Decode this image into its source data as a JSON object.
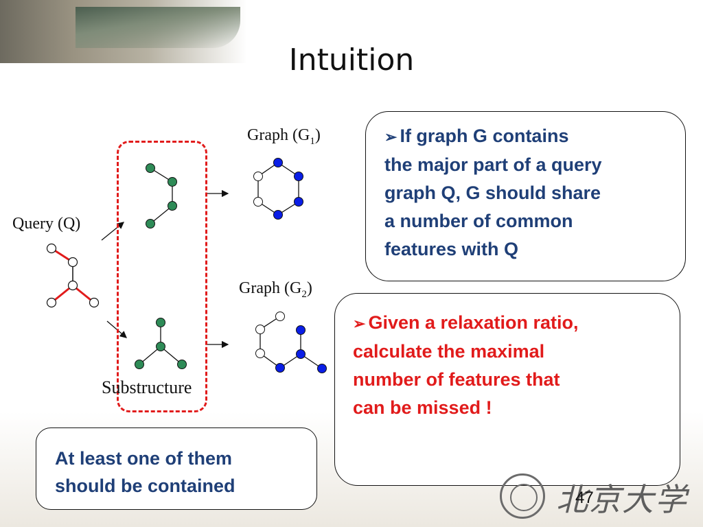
{
  "slide": {
    "title": "Intuition",
    "page_number": "47"
  },
  "labels": {
    "query": "Query (Q)",
    "graph1_prefix": "Graph (G",
    "graph1_sub": "1",
    "graph_suffix": ")",
    "graph2_prefix": "Graph (G",
    "graph2_sub": "2",
    "substructure": "Substructure"
  },
  "callouts": {
    "top": "If graph G contains the major part of a query graph Q, G should share a number of common features with Q",
    "top_lines": [
      "If graph G contains",
      "the major part of a query",
      "graph Q, G should share",
      "a number of common",
      "features with Q"
    ],
    "middle_lines": [
      "Given a relaxation ratio,",
      "calculate the maximal",
      "number of features that",
      "can be missed !"
    ],
    "bottom_lines": [
      "At least one of them",
      "should be contained"
    ],
    "bullet": "➢"
  },
  "logo": {
    "calligraphy": "北京大学"
  },
  "colors": {
    "blue_text": "#1f3f77",
    "red_text": "#e11b1b",
    "green_node": "#2e8b57",
    "blue_node": "#0a1ee6",
    "red_edge": "#e11b1b"
  }
}
